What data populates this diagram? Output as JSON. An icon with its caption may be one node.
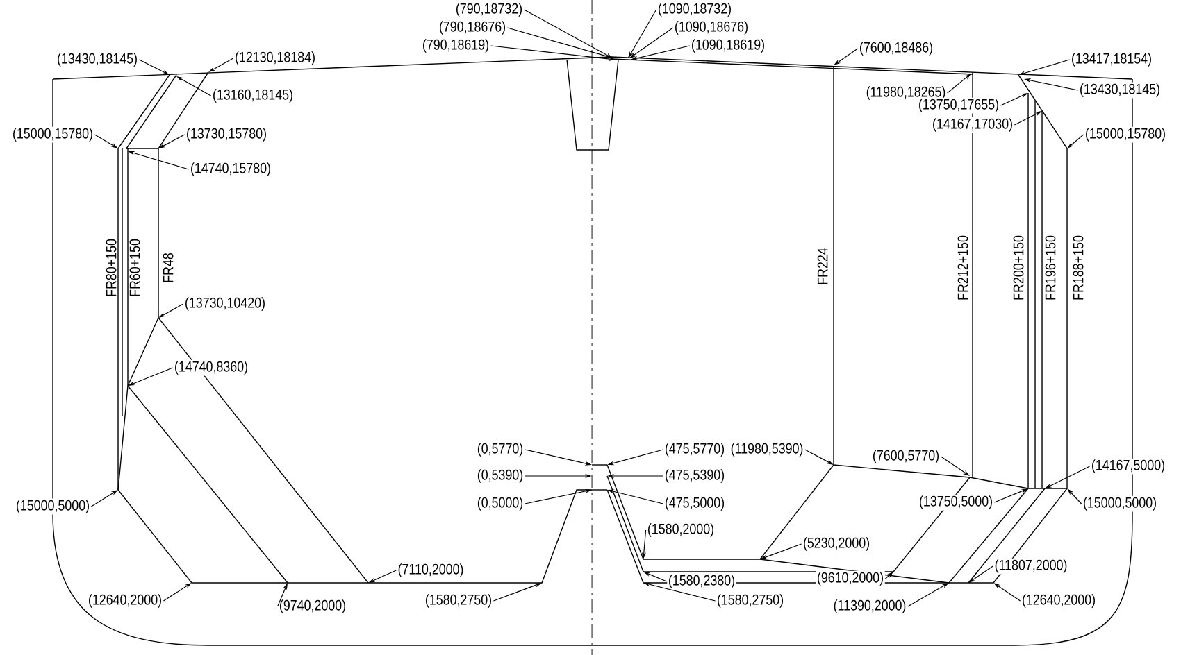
{
  "diagram": {
    "nodes": [
      {
        "text": [
          "(790,18732)"
        ]
      },
      {
        "text": [
          "(1090,18732)"
        ]
      },
      {
        "text": [
          "(790,18676)"
        ]
      },
      {
        "text": [
          "(1090,18676)"
        ]
      },
      {
        "text": [
          "(790,18619)"
        ]
      },
      {
        "text": [
          "(1090,18619)"
        ]
      },
      {
        "text": [
          "(7600,18486)"
        ]
      },
      {
        "text": [
          "(13430,18145)"
        ]
      },
      {
        "text": [
          "(12130,18184)"
        ]
      },
      {
        "text": [
          "(13417,18154)"
        ]
      },
      {
        "text": [
          "(11980,18265)"
        ]
      },
      {
        "text": [
          "(13160,18145)"
        ]
      },
      {
        "text": [
          "(13430,18145)"
        ]
      },
      {
        "text": [
          "(13750,17655)"
        ]
      },
      {
        "text": [
          "(14167,17030)"
        ]
      },
      {
        "text": [
          "(15000,15780)"
        ]
      },
      {
        "text": [
          "(13730,15780)"
        ]
      },
      {
        "text": [
          "(15000,15780)"
        ]
      },
      {
        "text": [
          "(14740,15780)"
        ]
      },
      {
        "text": [
          "(13730,10420)"
        ]
      },
      {
        "text": [
          "(14740,8360)"
        ]
      },
      {
        "text": [
          "(0,5770)"
        ]
      },
      {
        "text": [
          "(475,5770)"
        ]
      },
      {
        "text": [
          "(11980,5390)"
        ]
      },
      {
        "text": [
          "(7600,5770)"
        ]
      },
      {
        "text": [
          "(14167,5000)"
        ]
      },
      {
        "text": [
          "(0,5390)"
        ]
      },
      {
        "text": [
          "(475,5390)"
        ]
      },
      {
        "text": [
          "(15000,5000)"
        ]
      },
      {
        "text": [
          "(0,5000)"
        ]
      },
      {
        "text": [
          "(475,5000)"
        ]
      },
      {
        "text": [
          "(13750,5000)"
        ]
      },
      {
        "text": [
          "(15000,5000)"
        ]
      },
      {
        "text": [
          "(1580,2000)"
        ]
      },
      {
        "text": [
          "(5230,2000)"
        ]
      },
      {
        "text": [
          "(7110,2000)"
        ]
      },
      {
        "text": [
          "(11807,2000)"
        ]
      },
      {
        "text": [
          "(1580,2380)"
        ]
      },
      {
        "text": [
          "(9610,2000)"
        ]
      },
      {
        "text": [
          "(12640,2000)"
        ]
      },
      {
        "text": [
          "(9740,2000)"
        ]
      },
      {
        "text": [
          "(1580,2750)"
        ]
      },
      {
        "text": [
          "(11390,2000)"
        ]
      },
      {
        "text": [
          "(1580,2750)"
        ]
      },
      {
        "text": [
          "(12640,2000)"
        ]
      }
    ],
    "edges": [
      {
        "from": 0,
        "to": null,
        "arrow": "to"
      },
      {
        "from": 1,
        "to": null,
        "arrow": "to"
      },
      {
        "from": 2,
        "to": null,
        "arrow": "to"
      },
      {
        "from": 3,
        "to": null,
        "arrow": "to"
      },
      {
        "from": 4,
        "to": null,
        "arrow": "to"
      },
      {
        "from": 5,
        "to": null,
        "arrow": "to"
      },
      {
        "from": 6,
        "to": null,
        "arrow": "to"
      },
      {
        "from": 7,
        "to": null,
        "arrow": "to"
      },
      {
        "from": 8,
        "to": null,
        "arrow": "to"
      },
      {
        "from": 9,
        "to": null,
        "arrow": "to"
      },
      {
        "from": 10,
        "to": null,
        "arrow": "to"
      },
      {
        "from": 11,
        "to": null,
        "arrow": "to"
      },
      {
        "from": 12,
        "to": null,
        "arrow": "to"
      },
      {
        "from": 13,
        "to": null,
        "arrow": "to"
      },
      {
        "from": 14,
        "to": null,
        "arrow": "to"
      },
      {
        "from": 15,
        "to": null,
        "arrow": "to"
      },
      {
        "from": 16,
        "to": null,
        "arrow": "to"
      },
      {
        "from": 17,
        "to": null,
        "arrow": "to"
      },
      {
        "from": 18,
        "to": null,
        "arrow": "to"
      },
      {
        "from": 19,
        "to": null,
        "arrow": "to"
      },
      {
        "from": 20,
        "to": null,
        "arrow": "to"
      },
      {
        "from": 21,
        "to": null,
        "arrow": "to"
      },
      {
        "from": 22,
        "to": null,
        "arrow": "to"
      },
      {
        "from": 23,
        "to": null,
        "arrow": "to"
      },
      {
        "from": 24,
        "to": null,
        "arrow": "to"
      },
      {
        "from": 25,
        "to": null,
        "arrow": "to"
      },
      {
        "from": 26,
        "to": null,
        "arrow": "to"
      },
      {
        "from": 27,
        "to": null,
        "arrow": "to"
      },
      {
        "from": 28,
        "to": null,
        "arrow": "to"
      },
      {
        "from": 29,
        "to": null,
        "arrow": "to"
      },
      {
        "from": 30,
        "to": null,
        "arrow": "to"
      },
      {
        "from": 31,
        "to": null,
        "arrow": "to"
      },
      {
        "from": 32,
        "to": null,
        "arrow": "to"
      },
      {
        "from": 33,
        "to": null,
        "arrow": "to"
      },
      {
        "from": 34,
        "to": null,
        "arrow": "to"
      },
      {
        "from": 35,
        "to": null,
        "arrow": "to"
      },
      {
        "from": 36,
        "to": null,
        "arrow": "to"
      },
      {
        "from": 37,
        "to": null,
        "arrow": "to"
      },
      {
        "from": 38,
        "to": null,
        "arrow": "to"
      },
      {
        "from": 39,
        "to": null,
        "arrow": "to"
      },
      {
        "from": 40,
        "to": null,
        "arrow": "to"
      },
      {
        "from": 41,
        "to": null,
        "arrow": "to"
      },
      {
        "from": 42,
        "to": null,
        "arrow": "to"
      },
      {
        "from": 43,
        "to": null,
        "arrow": "to"
      },
      {
        "from": 44,
        "to": null,
        "arrow": "to"
      }
    ],
    "labels": [
      "FR80+150",
      "FR60+150",
      "FR48",
      "FR224",
      "FR212+150",
      "FR200+150",
      "FR196+150",
      "FR188+150"
    ]
  }
}
